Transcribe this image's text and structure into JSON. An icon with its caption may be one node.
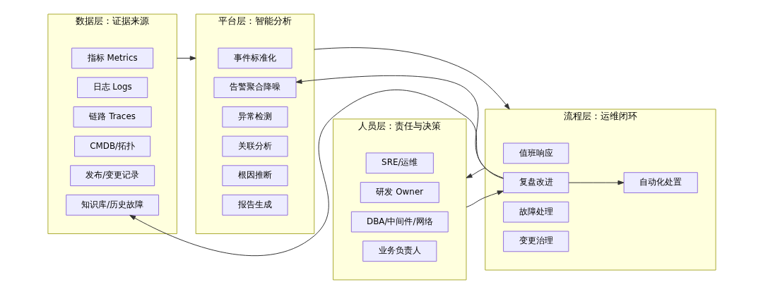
{
  "diagram": {
    "nodes": [
      {
        "text": [
          "数据层：证据来源"
        ]
      },
      {
        "text": [
          "指标 Metrics"
        ],
        "in": 0
      },
      {
        "text": [
          "日志 Logs"
        ],
        "in": 0
      },
      {
        "text": [
          "链路 Traces"
        ],
        "in": 0
      },
      {
        "text": [
          "CMDB/拓扑"
        ],
        "in": 0
      },
      {
        "text": [
          "发布/变更记录"
        ],
        "in": 0
      },
      {
        "text": [
          "知识库/历史故障"
        ],
        "in": 0
      },
      {
        "text": [
          "平台层：智能分析"
        ]
      },
      {
        "text": [
          "事件标准化"
        ],
        "in": 7
      },
      {
        "text": [
          "告警聚合降噪"
        ],
        "in": 7
      },
      {
        "text": [
          "异常检测"
        ],
        "in": 7
      },
      {
        "text": [
          "关联分析"
        ],
        "in": 7
      },
      {
        "text": [
          "根因推断"
        ],
        "in": 7
      },
      {
        "text": [
          "报告生成"
        ],
        "in": 7
      },
      {
        "text": [
          "人员层：责任与决策"
        ]
      },
      {
        "text": [
          "SRE/运维"
        ],
        "in": 14
      },
      {
        "text": [
          "研发 Owner"
        ],
        "in": 14
      },
      {
        "text": [
          "DBA/中间件/网络"
        ],
        "in": 14
      },
      {
        "text": [
          "业务负责人"
        ],
        "in": 14
      },
      {
        "text": [
          "流程层：运维闭环"
        ]
      },
      {
        "text": [
          "值班响应"
        ],
        "in": 19
      },
      {
        "text": [
          "复盘改进"
        ],
        "in": 19
      },
      {
        "text": [
          "故障处理"
        ],
        "in": 19
      },
      {
        "text": [
          "变更治理"
        ],
        "in": 19
      },
      {
        "text": [
          "自动化处置"
        ],
        "in": 19
      }
    ],
    "edges": [
      {
        "from": 0,
        "to": 7,
        "arrow": "to"
      },
      {
        "from": 7,
        "to": 19,
        "arrow": "to"
      },
      {
        "from": 19,
        "to": 14,
        "arrow": "to"
      },
      {
        "from": 14,
        "to": 21,
        "arrow": "to"
      },
      {
        "from": 21,
        "to": 24,
        "arrow": "to"
      },
      {
        "from": 21,
        "to": 6,
        "arrow": "to"
      },
      {
        "from": 21,
        "to": 9,
        "arrow": "to"
      }
    ]
  }
}
